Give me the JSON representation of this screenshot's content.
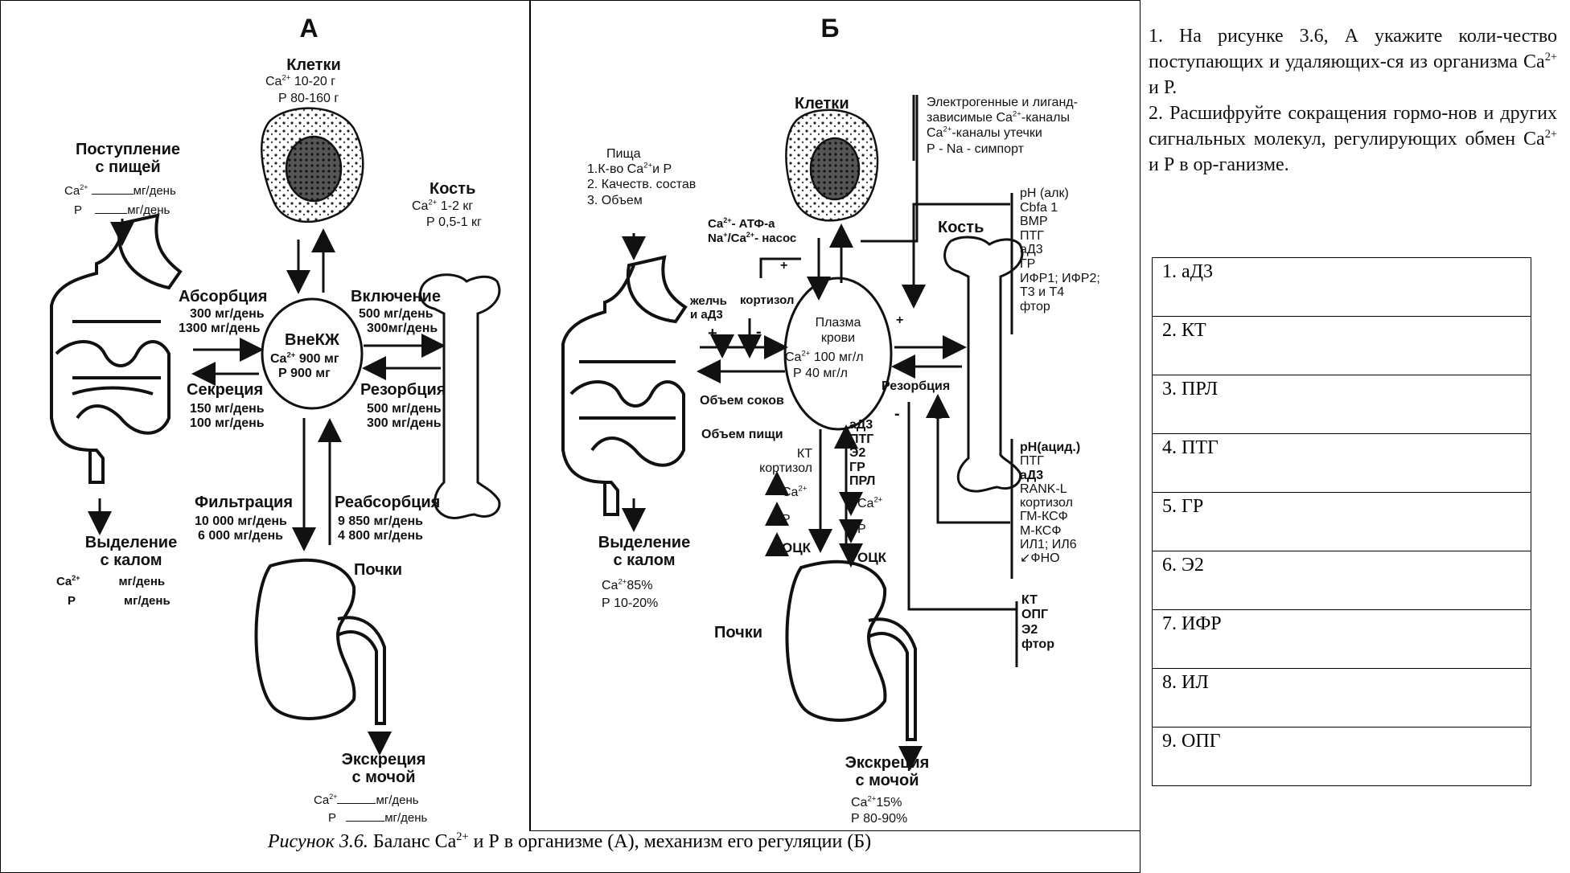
{
  "panel_a": {
    "letter": "А",
    "cells_title": "Клетки",
    "cells_ca": "Ca",
    "cells_ca_sup": "2+",
    "cells_ca_val": "10-20 г",
    "cells_p": "Р  80-160 г",
    "intake_title_1": "Поступление",
    "intake_title_2": "с пищей",
    "intake_ca": "Ca",
    "intake_ca_sup": "2+",
    "intake_ca_unit": "мг/день",
    "intake_p": "Р",
    "intake_p_unit": "мг/день",
    "bone_title": "Кость",
    "bone_ca": "Ca",
    "bone_ca_sup": "2+",
    "bone_ca_val": "1-2 кг",
    "bone_p": "Р  0,5-1 кг",
    "absorption_title": "Абсорбция",
    "absorption_v1": "300 мг/день",
    "absorption_v2": "1300 мг/день",
    "inclusion_title": "Включение",
    "inclusion_v1": "500 мг/день",
    "inclusion_v2": "300мг/день",
    "ecf_title": "ВнеКЖ",
    "ecf_ca": "Ca",
    "ecf_ca_sup": "2+",
    "ecf_ca_val": "900 мг",
    "ecf_p": "Р   900 мг",
    "secretion_title": "Секреция",
    "secretion_v1": "150 мг/день",
    "secretion_v2": "100 мг/день",
    "resorption_title": "Резорбция",
    "resorption_v1": "500 мг/день",
    "resorption_v2": "300 мг/день",
    "filtration_title": "Фильтрация",
    "filtration_v1": "10 000 мг/день",
    "filtration_v2": "6 000 мг/день",
    "reabsorption_title": "Реабсорбция",
    "reabsorption_v1": "9 850 мг/день",
    "reabsorption_v2": "4 800 мг/день",
    "feces_title_1": "Выделение",
    "feces_title_2": "с калом",
    "feces_ca": "Ca",
    "feces_ca_sup": "2+",
    "feces_ca_unit": "мг/день",
    "feces_p": "Р",
    "feces_p_unit": "мг/день",
    "kidneys": "Почки",
    "urine_title_1": "Экскреция",
    "urine_title_2": "с мочой",
    "urine_ca": "Ca",
    "urine_ca_sup": "2+",
    "urine_ca_unit": "мг/день",
    "urine_p": "Р",
    "urine_p_unit": "мг/день"
  },
  "panel_b": {
    "letter": "Б",
    "cells_title": "Клетки",
    "food_title": "Пища",
    "food_1": "1.К-во Ca",
    "food_1_sup": "2+",
    "food_1_tail": "и  Р",
    "food_2": "2. Качеств. состав",
    "food_3": "3. Объем",
    "channels_1": "Электрогенные и лиганд-",
    "channels_2": "зависимые Ca",
    "channels_2_sup": "2+",
    "channels_2_tail": "-каналы",
    "channels_3": "Ca",
    "channels_3_sup": "2+",
    "channels_3_tail": "-каналы утечки",
    "channels_4": "Р - Na - симпорт",
    "pump_1": "Ca",
    "pump_1_sup": "2+",
    "pump_1_tail": "- АТФ-а",
    "pump_2": "Na",
    "pump_2_sup": "+",
    "pump_2_mid": "/Ca",
    "pump_2_sup2": "2+",
    "pump_2_tail": "- насос",
    "plus": "+",
    "minus": "-",
    "bone_title": "Кость",
    "bone_stim": [
      "рН (алк)",
      "Cbfa 1",
      "BMP",
      "ПТГ",
      "аД3",
      "ГР",
      "ИФР1; ИФР2;",
      "Т3 и Т4",
      "фтор"
    ],
    "bile": "желчь",
    "bile_2": "и аД3",
    "cortisol": "кортизол",
    "plasma_1": "Плазма",
    "plasma_2": "крови",
    "plasma_ca": "Ca",
    "plasma_ca_sup": "2+",
    "plasma_ca_val": "100 мг/л",
    "plasma_p": "Р     40 мг/л",
    "resorption": "Резорбция",
    "juice_volume": "Объем соков",
    "food_volume": "Объем пищи",
    "resorption_factors": [
      "рН(ацид.)",
      "ПТГ",
      "аД3",
      "RANK-L",
      "кортизол",
      "ГМ-КСФ",
      "М-КСФ",
      "ИЛ1; ИЛ6",
      "↙ФНО"
    ],
    "kidney_inhib": [
      "КТ",
      "кортизол"
    ],
    "kidney_stim": [
      "аД3",
      "ПТГ",
      "Э2",
      "ГР",
      "ПРЛ"
    ],
    "ca_label": "Ca",
    "ca_sup": "2+",
    "p_label": "Р",
    "ock": "ОЦК",
    "feces_title_1": "Выделение",
    "feces_title_2": "с калом",
    "feces_ca": "Ca",
    "feces_ca_sup": "2+",
    "feces_ca_val": "85%",
    "feces_p": "Р 10-20%",
    "kidneys": "Почки",
    "bone_inhib": [
      "КТ",
      "ОПГ",
      "Э2",
      "фтор"
    ],
    "urine_title_1": "Экскреция",
    "urine_title_2": "с мочой",
    "urine_ca": "Ca",
    "urine_ca_sup": "2+",
    "urine_ca_val": "15%",
    "urine_p": "Р 80-90%"
  },
  "caption": {
    "italic": "Рисунок 3.6.",
    "text_1": "Баланс Ca",
    "sup": "2+",
    "text_2": "и Р в организме (А), механизм его регуляции (Б)"
  },
  "task": {
    "q1_a": "1. На рисунке 3.6, А укажите коли-чество поступающих и удаляющих-ся из организма Ca",
    "q1_sup": "2+",
    "q1_b": "и Р.",
    "q2_a": "2. Расшифруйте сокращения гормо-нов и других сигнальных молекул, регулирующих обмен Ca",
    "q2_sup": "2+",
    "q2_b": "и Р в ор-ганизме."
  },
  "answers": [
    "1. аД3",
    "2. КТ",
    "3. ПРЛ",
    "4. ПТГ",
    "5. ГР",
    "6. Э2",
    "7. ИФР",
    "8. ИЛ",
    "9. ОПГ"
  ]
}
